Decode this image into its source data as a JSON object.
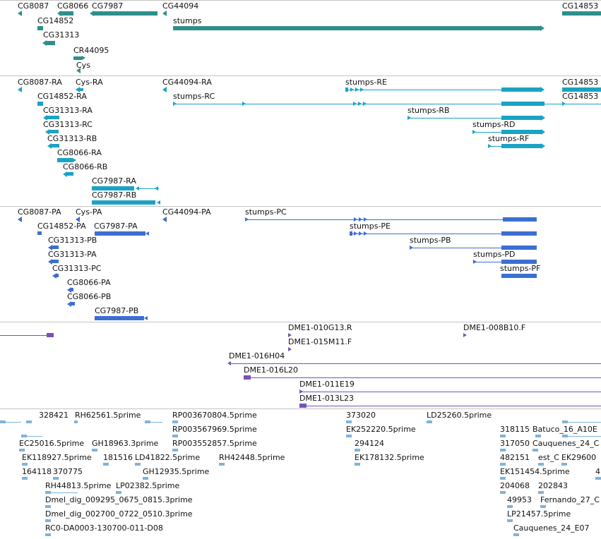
{
  "colors": {
    "gene": "#2f8f8a",
    "transcript": "#1aa3c4",
    "protein": "#3b6fd1",
    "bac": "#7752b8",
    "est": "#7fb3da"
  },
  "tracks": [
    {
      "name": "gene",
      "color": "gene",
      "labels": [
        "CG8087",
        "CG8066",
        "CG7987",
        "CG44094",
        "CG14853",
        "stumps",
        "CG14852",
        "CG31313",
        "CR44095",
        "Cys"
      ]
    },
    {
      "name": "transcript",
      "color": "transcript",
      "labels": [
        "CG8087-RA",
        "Cys-RA",
        "CG44094-RA",
        "stumps-RE",
        "CG14853",
        "CG14852-RA",
        "stumps-RC",
        "CG14853",
        "CG31313-RA",
        "stumps-RB",
        "CG31313-RC",
        "stumps-RD",
        "CG31313-RB",
        "stumps-RF",
        "CG8066-RA",
        "CG8066-RB",
        "CG7987-RA",
        "CG7987-RB"
      ]
    },
    {
      "name": "protein",
      "color": "protein",
      "labels": [
        "CG8087-PA",
        "Cys-PA",
        "CG44094-PA",
        "stumps-PC",
        "CG14852-PA",
        "CG7987-PA",
        "stumps-PE",
        "CG31313-PB",
        "stumps-PB",
        "CG31313-PA",
        "stumps-PD",
        "CG31313-PC",
        "stumps-PF",
        "CG8066-PA",
        "CG8066-PB",
        "CG7987-PB"
      ]
    },
    {
      "name": "bac",
      "color": "bac",
      "labels": [
        "DME1-010G13.R",
        "DME1-008B10.F",
        "DME1-015M11.F",
        "DME1-016H04",
        "DME1-016L20",
        "DME1-011E19",
        "DME1-013L23"
      ]
    },
    {
      "name": "est",
      "color": "est",
      "labels": [
        "328421",
        "RH62561.5prime",
        "RP003670804.5prime",
        "373020",
        "LD25260.5prime",
        "RP003567969.5prime",
        "EK252220.5prime",
        "318115",
        "Batuco_16_A10E",
        "EC25016.5prime",
        "GH18963.3prime",
        "RP003552857.5prime",
        "294124",
        "317050",
        "Cauquenes_24_C",
        "EK118927.5prime",
        "181516",
        "LD41822.5prime",
        "RH42448.5prime",
        "EK178132.5prime",
        "482151",
        "est_C",
        "EK29600",
        "164118",
        "370775",
        "GH12935.5prime",
        "EK151454.5prime",
        "4",
        "RH44813.5prime",
        "LP02382.5prime",
        "204068",
        "202843",
        "Dmel_dig_009295_0675_0815.3prime",
        "49953",
        "Fernando_27_C",
        "Dmel_dig_002700_0722_0510.3prime",
        "LP21457.5prime",
        "RC0-DA0003-130700-011-D08",
        "Cauquenes_24_E07"
      ]
    }
  ]
}
